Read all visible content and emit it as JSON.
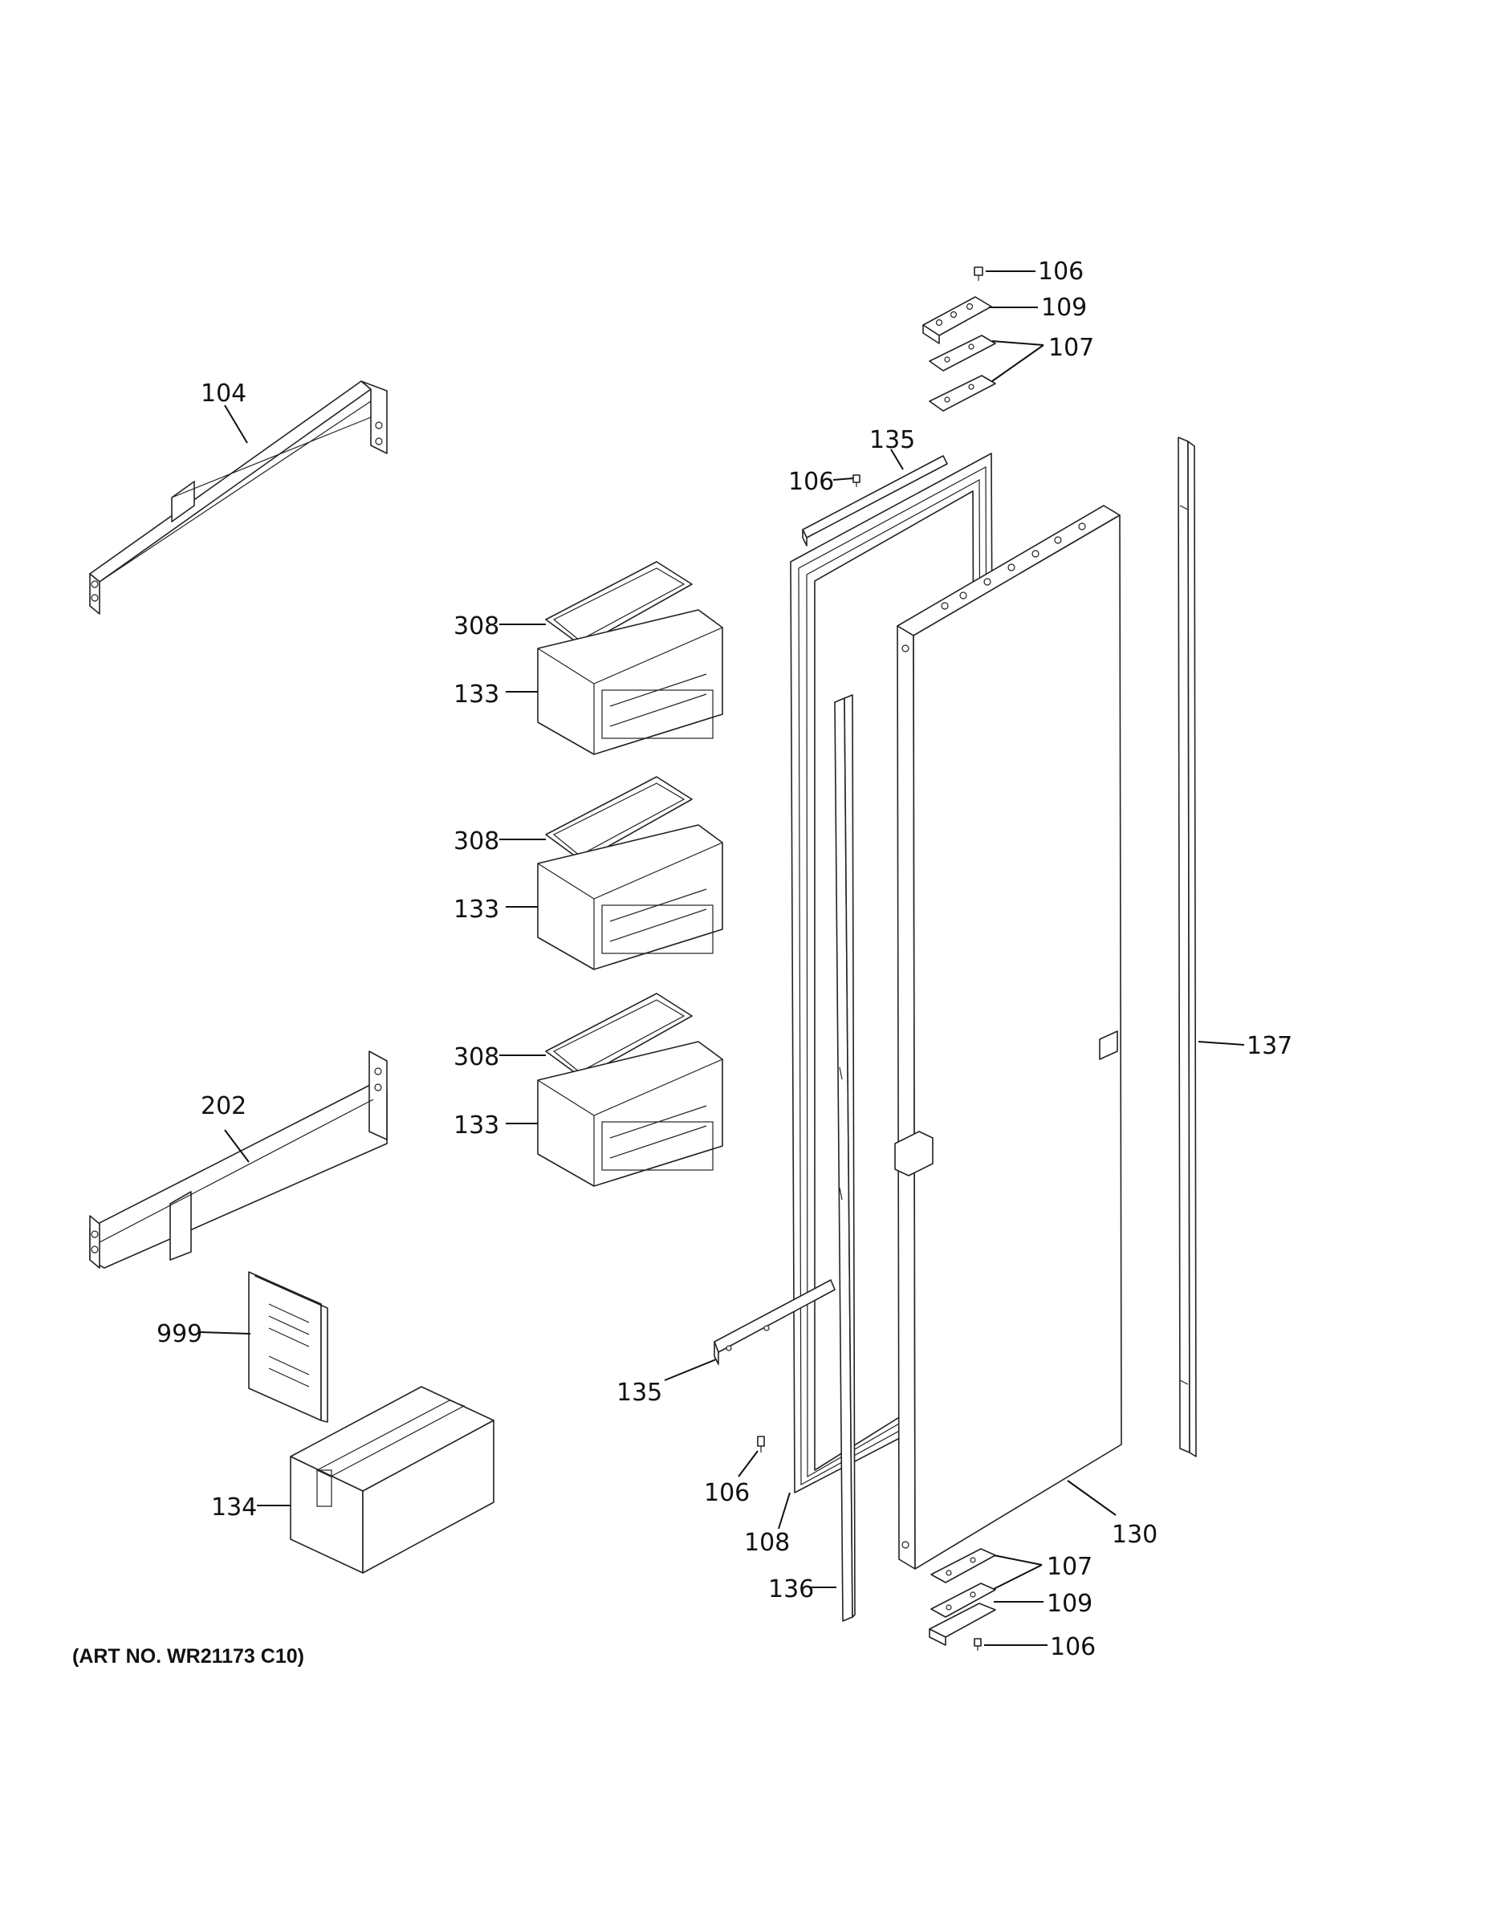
{
  "labels": {
    "l106a": "106",
    "l109a": "109",
    "l107a": "107",
    "l104": "104",
    "l135a": "135",
    "l106b": "106",
    "l308a": "308",
    "l133a": "133",
    "l308b": "308",
    "l133b": "133",
    "l308c": "308",
    "l133c": "133",
    "l137": "137",
    "l202": "202",
    "l999": "999",
    "l135b": "135",
    "l106c": "106",
    "l134": "134",
    "l108": "108",
    "l130": "130",
    "l107b": "107",
    "l109b": "109",
    "l136": "136",
    "l106d": "106"
  },
  "art_number": "(ART NO. WR21173 C10)"
}
